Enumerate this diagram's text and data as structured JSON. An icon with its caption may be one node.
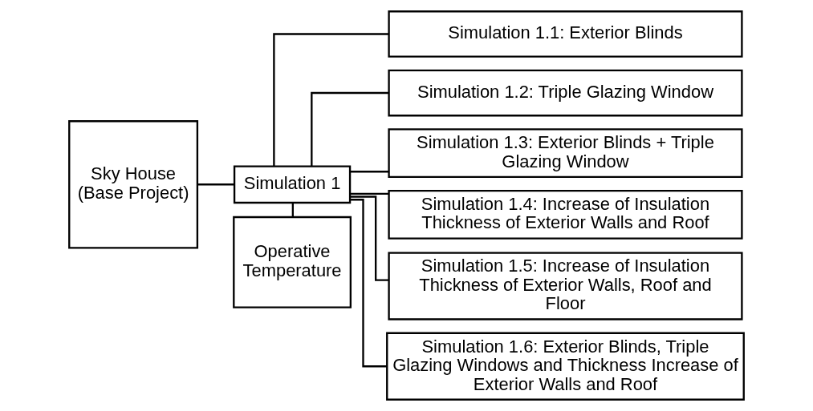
{
  "diagram": {
    "nodes": [
      {
        "text": [
          "Sky House",
          "(Base Project)"
        ]
      },
      {
        "text": [
          "Simulation 1"
        ]
      },
      {
        "text": [
          "Operative Temperature"
        ]
      },
      {
        "text": [
          "Simulation 1.1: Exterior Blinds"
        ]
      },
      {
        "text": [
          "Simulation 1.2: Triple Glazing Window"
        ]
      },
      {
        "text": [
          "Simulation 1.3: Exterior Blinds + Triple Glazing Window"
        ]
      },
      {
        "text": [
          "Simulation 1.4: Increase of Insulation Thickness of Exterior Walls and Roof"
        ]
      },
      {
        "text": [
          "Simulation 1.5: Increase of Insulation Thickness of Exterior Walls, Roof and Floor"
        ]
      },
      {
        "text": [
          "Simulation 1.6: Exterior Blinds, Triple Glazing Windows and Thickness Increase of Exterior Walls and Roof"
        ]
      }
    ],
    "edges": [
      {
        "from": 0,
        "to": 1,
        "arrow": "none"
      },
      {
        "from": 1,
        "to": 2,
        "arrow": "none"
      },
      {
        "from": 1,
        "to": 3,
        "arrow": "none"
      },
      {
        "from": 1,
        "to": 4,
        "arrow": "none"
      },
      {
        "from": 1,
        "to": 5,
        "arrow": "none"
      },
      {
        "from": 1,
        "to": 6,
        "arrow": "none"
      },
      {
        "from": 1,
        "to": 7,
        "arrow": "none"
      },
      {
        "from": 1,
        "to": 8,
        "arrow": "none"
      }
    ]
  }
}
